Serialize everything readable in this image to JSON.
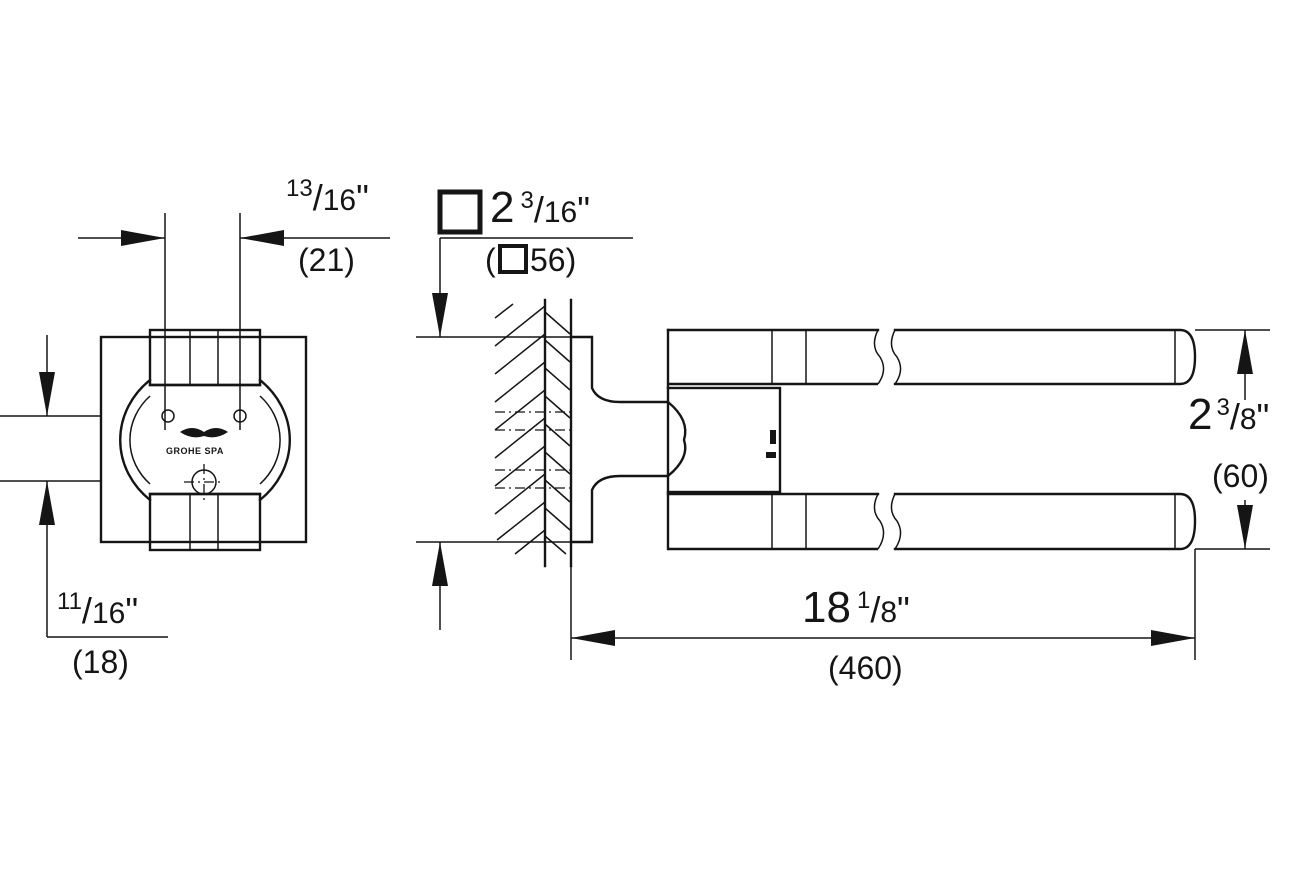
{
  "brand_logo_text": "GROHE SPA",
  "dims": {
    "width_thin": {
      "whole": "",
      "num": "13",
      "den": "16",
      "unit": "\"",
      "metric": "(21)"
    },
    "offset_small": {
      "whole": "",
      "num": "11",
      "den": "16",
      "unit": "\"",
      "metric": "(18)"
    },
    "rosette": {
      "whole": "2",
      "num": "3",
      "den": "16",
      "unit": "\"",
      "metric_open": "(",
      "metric_value": "56)"
    },
    "spacing": {
      "whole": "2",
      "num": "3",
      "den": "8",
      "unit": "\"",
      "metric": "(60)"
    },
    "length": {
      "whole": "18",
      "num": "1",
      "den": "8",
      "unit": "\"",
      "metric": "(460)"
    }
  },
  "colors": {
    "line": "#151515",
    "background": "#ffffff"
  }
}
